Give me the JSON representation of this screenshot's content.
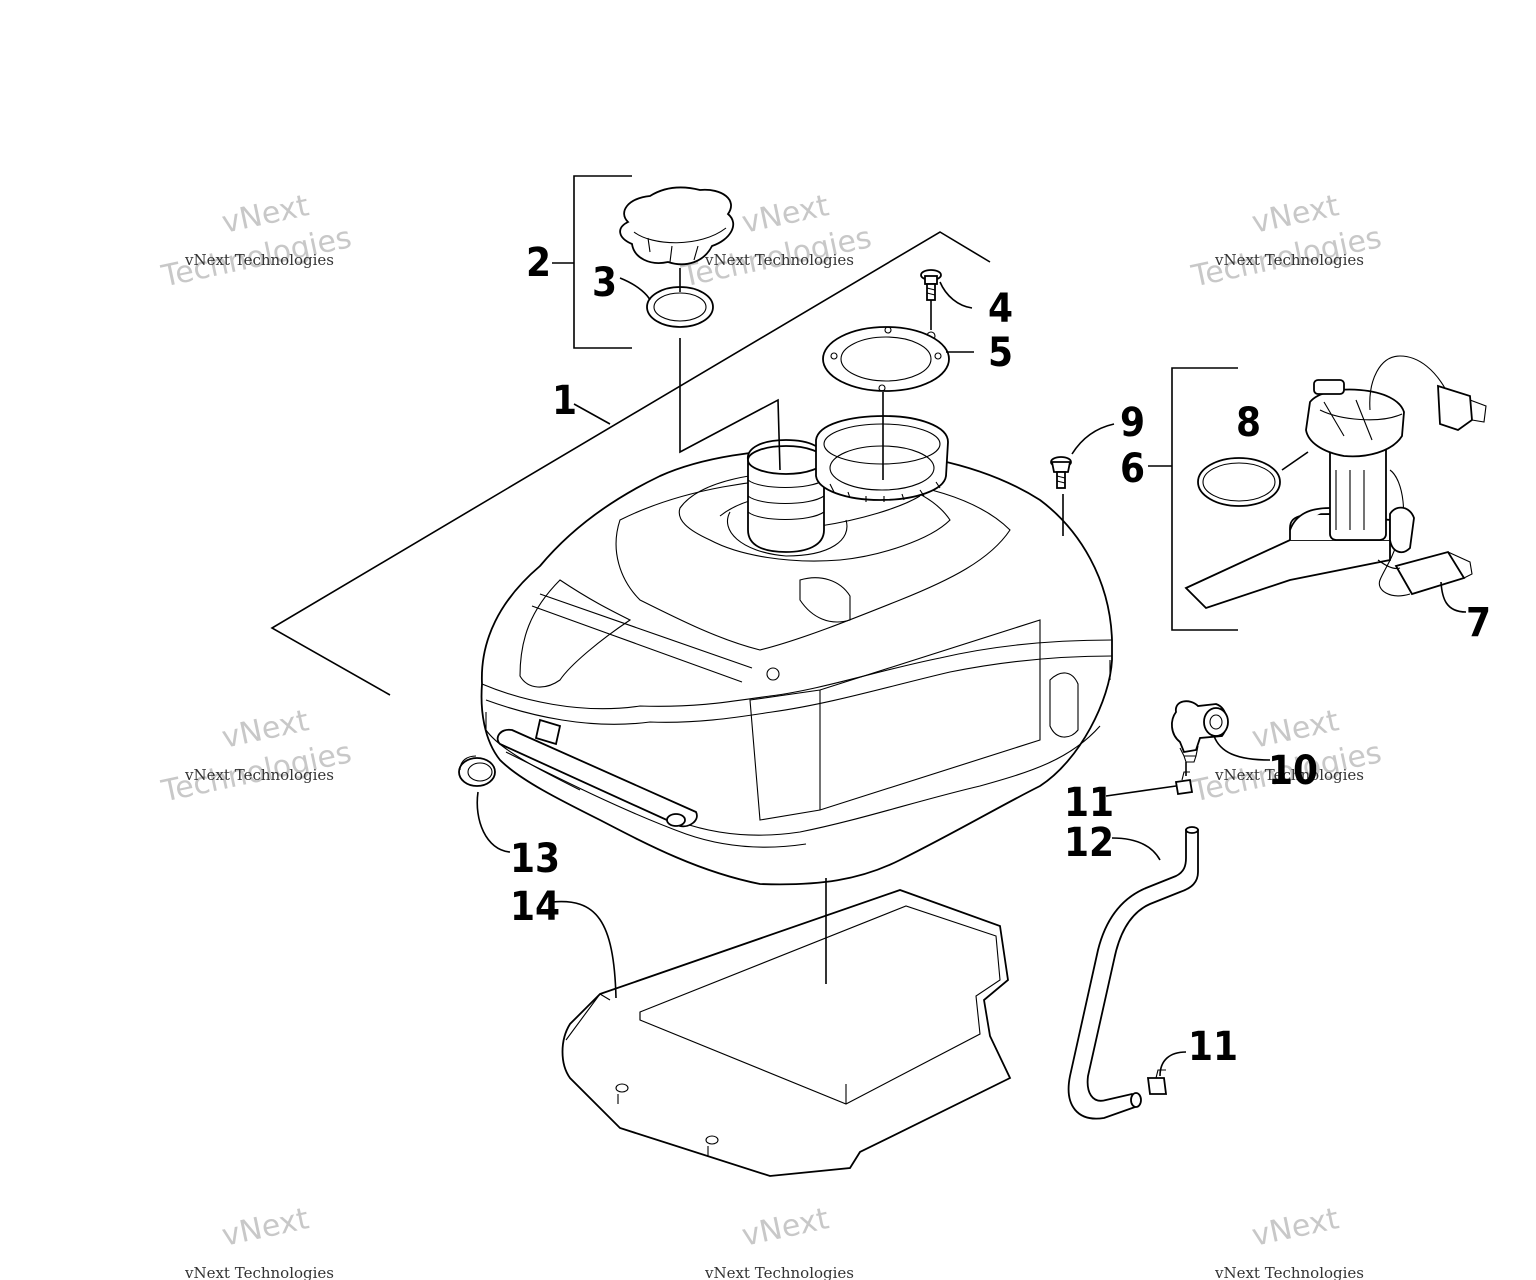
{
  "callouts": [
    "1",
    "2",
    "3",
    "4",
    "5",
    "6",
    "7",
    "8",
    "9",
    "10",
    "11",
    "12",
    "13",
    "11",
    "14"
  ],
  "watermark": {
    "brand": "vNext",
    "company": "Technologies",
    "caption": "vNext Technologies"
  },
  "colors": {
    "line": "#000000",
    "background": "#ffffff",
    "watermark": "#c8c8c8"
  }
}
